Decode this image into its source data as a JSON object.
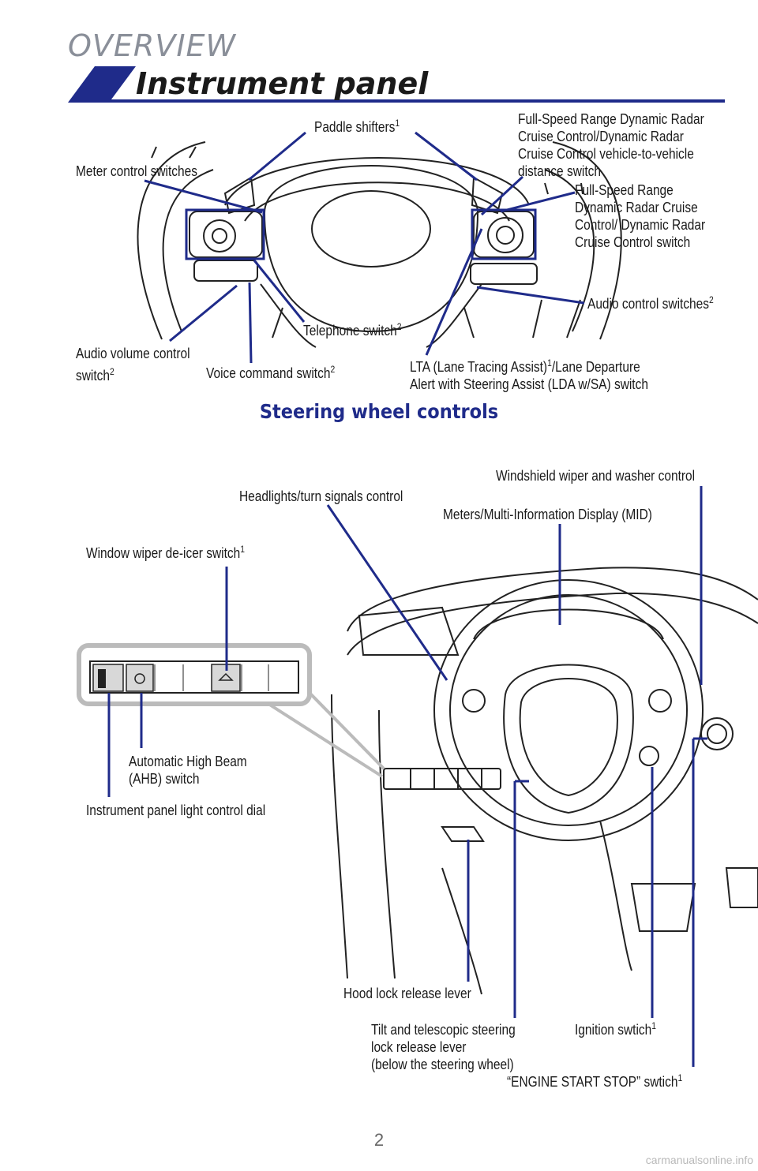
{
  "header": {
    "section": "OVERVIEW",
    "title": "Instrument panel"
  },
  "steering_wheel": {
    "heading": "Steering wheel controls",
    "labels": {
      "paddle_shifters": "Paddle shifters",
      "paddle_shifters_sup": "1",
      "meter_control": "Meter control switches",
      "drcc_distance": [
        "Full-Speed Range Dynamic Radar",
        "Cruise Control/Dynamic Radar",
        "Cruise Control vehicle-to-vehicle",
        "distance switch"
      ],
      "drcc_switch": [
        "Full-Speed Range",
        "Dynamic Radar Cruise",
        "Control/ Dynamic Radar",
        "Cruise Control switch"
      ],
      "audio_control": "Audio control switches",
      "audio_control_sup": "2",
      "telephone": "Telephone switch",
      "telephone_sup": "2",
      "audio_volume": [
        "Audio volume control",
        "switch"
      ],
      "audio_volume_sup": "2",
      "voice_command": "Voice command switch",
      "voice_command_sup": "2",
      "lta": [
        "LTA (Lane Tracing Assist)",
        "/Lane Departure",
        "Alert with Steering Assist (LDA w/SA) switch"
      ],
      "lta_sup": "1"
    }
  },
  "dashboard": {
    "labels": {
      "windshield_wiper": "Windshield wiper and washer control",
      "headlights": "Headlights/turn signals control",
      "meters_mid": "Meters/Multi-Information Display (MID)",
      "wiper_deicer": "Window wiper de-icer switch",
      "wiper_deicer_sup": "1",
      "ahb": [
        "Automatic High Beam",
        "(AHB) switch"
      ],
      "panel_light": "Instrument panel light control dial",
      "hood_lock": "Hood lock release lever",
      "tilt": [
        "Tilt and telescopic steering",
        "lock release lever",
        "(below the steering wheel)"
      ],
      "ignition": "Ignition swtich",
      "ignition_sup": "1",
      "engine_start": "“ENGINE START STOP” swtich",
      "engine_start_sup": "1"
    }
  },
  "footer": {
    "page_number": "2",
    "watermark": "carmanualsonline.info"
  },
  "colors": {
    "accent_blue": "#1f2b8a",
    "line_art": "#222222",
    "heading_gray": "#8a8f99"
  }
}
